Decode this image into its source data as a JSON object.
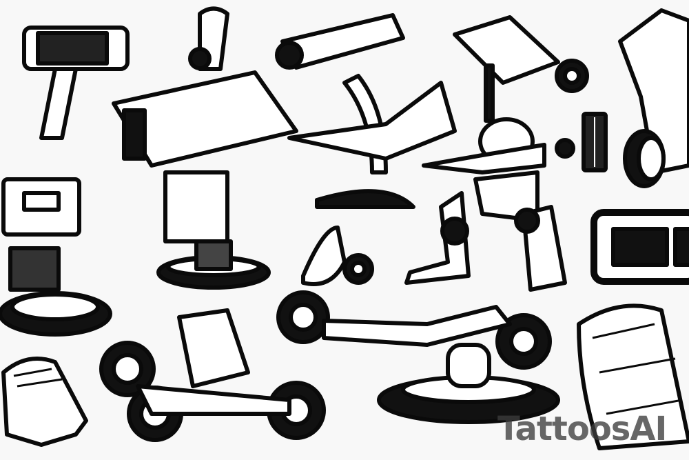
{
  "image": {
    "subject": "Black and white tattoo design sheet of assorted robots and robotic arms",
    "background": "#f8f8f8",
    "ink": "#0a0a0a"
  },
  "watermark": {
    "text": "TattoosAI",
    "color": "#3c3c3c"
  },
  "elements": [
    {
      "name": "robotic-arm-left"
    },
    {
      "name": "robot-box-center"
    },
    {
      "name": "camera-arm-top"
    },
    {
      "name": "projector-arm"
    },
    {
      "name": "humanoid-robot"
    },
    {
      "name": "wheeled-leg-right"
    },
    {
      "name": "control-panel-right"
    },
    {
      "name": "gauge-panel-small"
    },
    {
      "name": "wheeled-rover-bottom"
    },
    {
      "name": "turntable-arm-bottom"
    },
    {
      "name": "armored-plate-right"
    },
    {
      "name": "glove-hand-left"
    }
  ]
}
